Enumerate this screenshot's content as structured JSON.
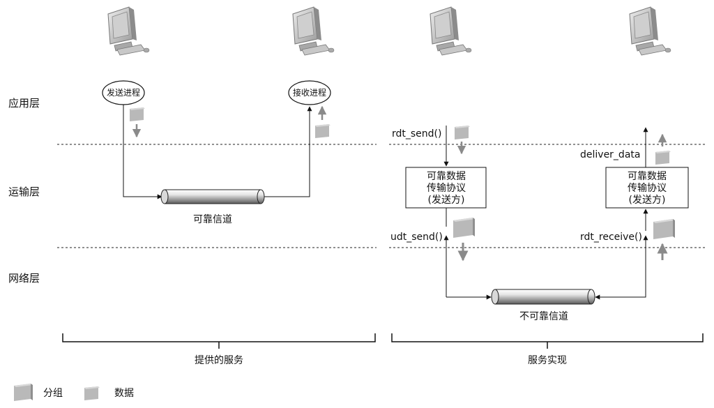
{
  "layers": {
    "application": "应用层",
    "transport": "运输层",
    "network": "网络层"
  },
  "left": {
    "send_process": "发送进程",
    "recv_process": "接收进程",
    "channel": "可靠信道",
    "caption": "提供的服务"
  },
  "right": {
    "rdt_send": "rdt_send()",
    "deliver_data": "deliver_data",
    "udt_send": "udt_send()",
    "rdt_receive": "rdt_receive()",
    "sender_box": [
      "可靠数据",
      "传输协议",
      "(发送方)"
    ],
    "receiver_box": [
      "可靠数据",
      "传输协议",
      "(发送方)"
    ],
    "channel": "不可靠信道",
    "caption": "服务实现"
  },
  "legend": {
    "packet": "分组",
    "data": "数据"
  },
  "colors": {
    "packet_fill": "#b9b9b9",
    "packet_side": "#8f8f8f",
    "arrow_gray": "#8a8a8a",
    "line": "#111111"
  },
  "icons": [
    "computer-icon",
    "packet-icon",
    "data-icon",
    "pipe-icon"
  ]
}
